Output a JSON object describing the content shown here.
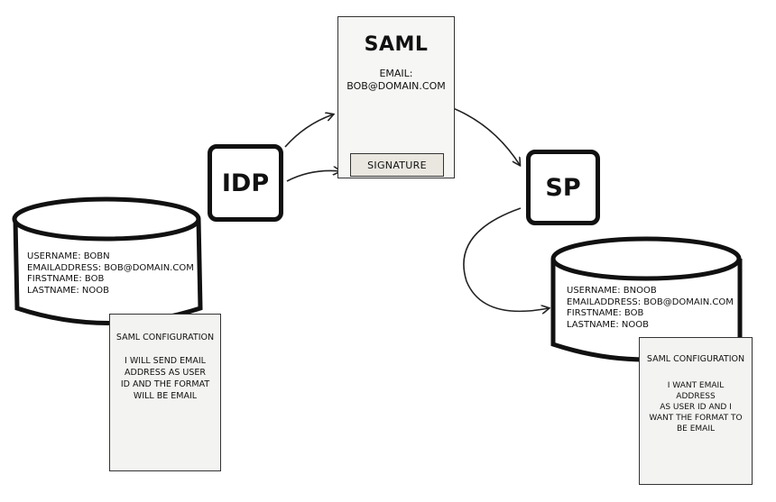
{
  "saml": {
    "title": "SAML",
    "email_label": "EMAIL:",
    "email_value": "BOB@DOMAIN.COM",
    "signature": "SIGNATURE"
  },
  "idp": {
    "label": "IDP"
  },
  "sp": {
    "label": "SP"
  },
  "idp_database": {
    "lines": [
      "USERNAME: BOBN",
      "EMAILADDRESS: BOB@DOMAIN.COM",
      "FIRSTNAME: BOB",
      "LASTNAME: NOOB"
    ]
  },
  "sp_database": {
    "lines": [
      "USERNAME: BNOOB",
      "EMAILADDRESS: BOB@DOMAIN.COM",
      "FIRSTNAME: BOB",
      "LASTNAME: NOOB"
    ]
  },
  "idp_config": {
    "title": "SAML CONFIGURATION",
    "lines": [
      "I WILL SEND EMAIL",
      "ADDRESS AS USER",
      "ID AND THE FORMAT",
      "WILL BE EMAIL"
    ]
  },
  "sp_config": {
    "title": "SAML CONFIGURATION",
    "lines": [
      "I WANT EMAIL ADDRESS",
      "AS USER ID AND I",
      "WANT THE FORMAT TO",
      "BE EMAIL"
    ]
  }
}
